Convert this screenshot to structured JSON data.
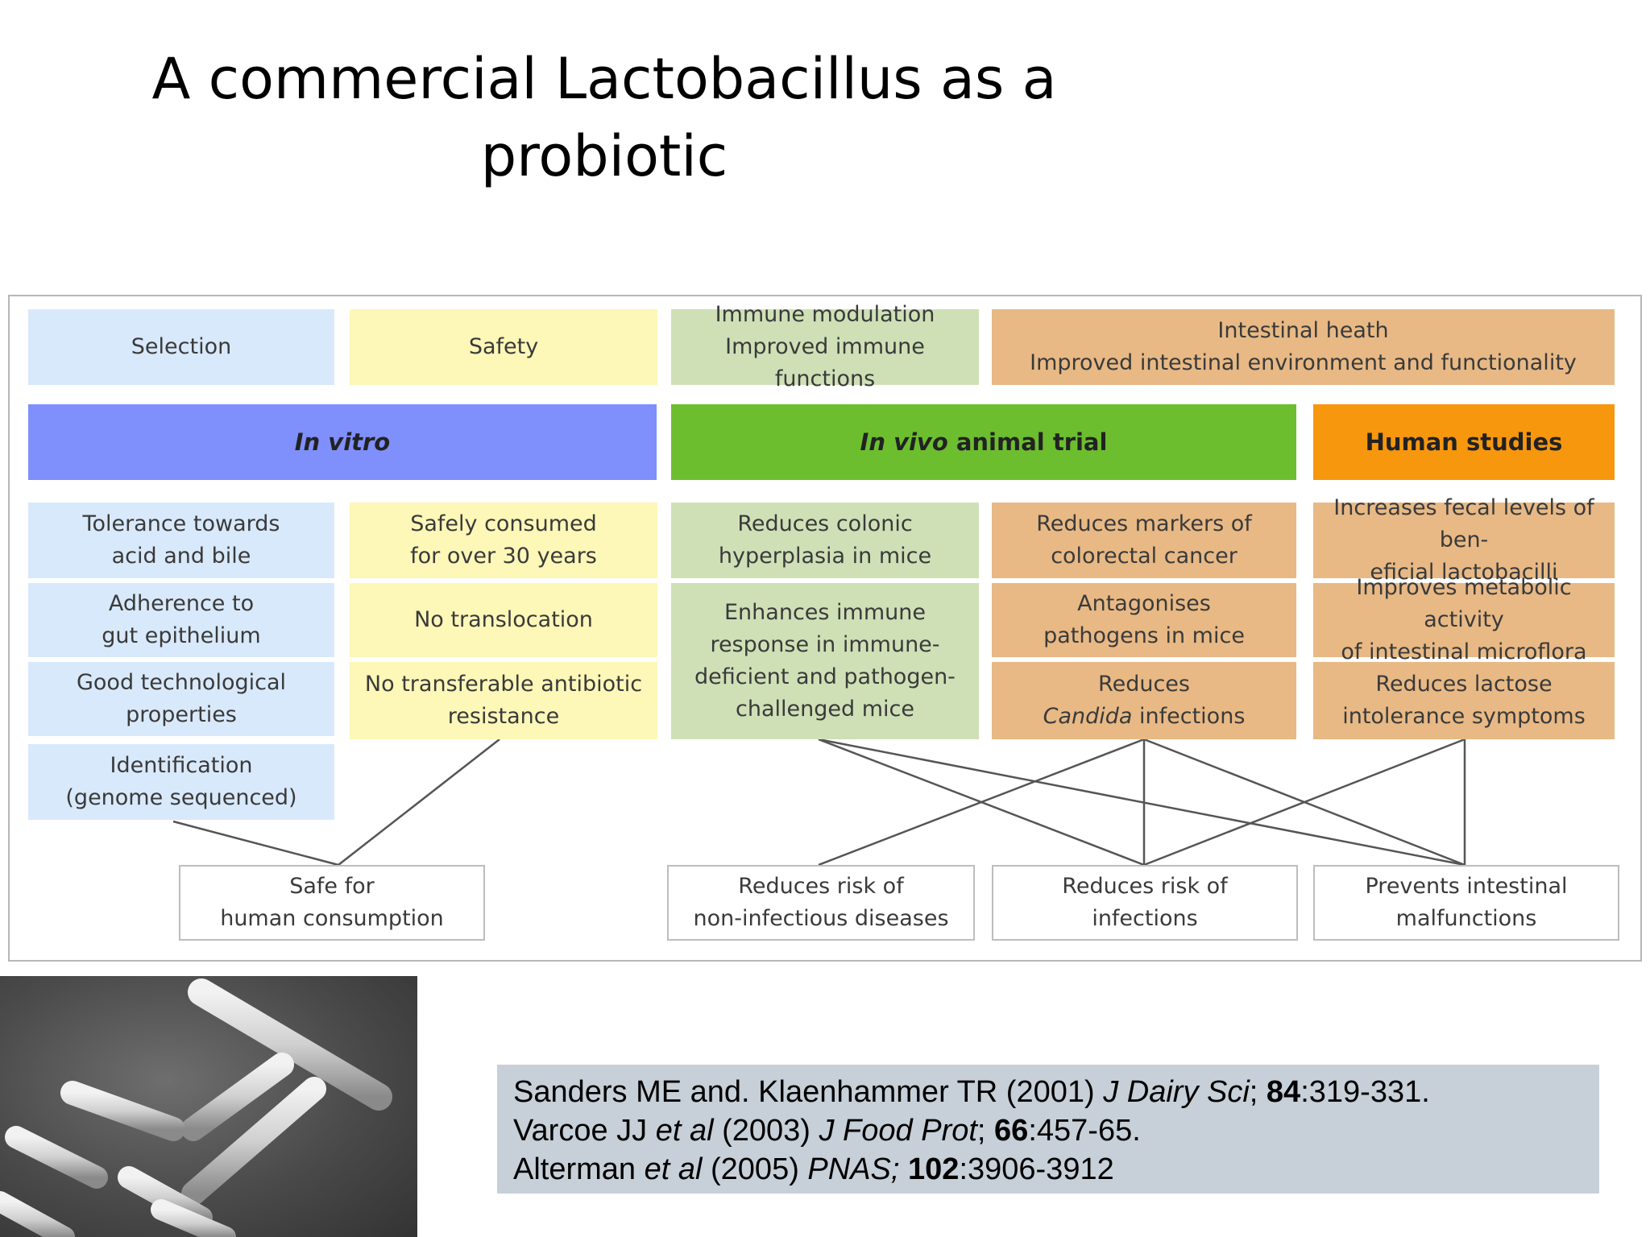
{
  "slide": {
    "title_line1": "A commercial Lactobacillus as a",
    "title_line2": "probiotic"
  },
  "diagram": {
    "headers": {
      "selection": "Selection",
      "safety": "Safety",
      "immune_line1": "Immune modulation",
      "immune_line2": "Improved immune functions",
      "intestinal_line1": "Intestinal heath",
      "intestinal_line2": "Improved intestinal environment and functionality"
    },
    "phases": {
      "in_vitro": "In vitro",
      "in_vivo_italic": "In vivo",
      "in_vivo_rest": " animal trial",
      "human": "Human studies"
    },
    "selection_items": [
      {
        "l1": "Tolerance towards",
        "l2": "acid and bile"
      },
      {
        "l1": "Adherence to",
        "l2": "gut epithelium"
      },
      {
        "l1": "Good technological",
        "l2": "properties"
      },
      {
        "l1": "Identification",
        "l2": "(genome sequenced)"
      }
    ],
    "safety_items": [
      {
        "l1": "Safely consumed",
        "l2": "for over 30 years"
      },
      {
        "l1": "No translocation",
        "l2": ""
      },
      {
        "l1": "No transferable antibiotic",
        "l2": "resistance"
      }
    ],
    "immune_items": [
      {
        "l1": "Reduces colonic",
        "l2": "hyperplasia in mice"
      },
      {
        "l1": "Enhances immune",
        "l2": "response in immune-",
        "l3": "deficient and pathogen-",
        "l4": "challenged mice"
      }
    ],
    "intestinal_items": [
      {
        "l1": "Reduces markers of",
        "l2": "colorectal cancer"
      },
      {
        "l1": "Antagonises",
        "l2": "pathogens in mice"
      },
      {
        "l1": "Reduces",
        "l2_italic": "Candida",
        "l2_rest": " infections"
      }
    ],
    "human_items": [
      {
        "l1": "Increases fecal levels of ben-",
        "l2": "eficial lactobacilli"
      },
      {
        "l1": "Improves metabolic activity",
        "l2": "of intestinal microflora"
      },
      {
        "l1": "Reduces lactose",
        "l2": "intolerance symptoms"
      }
    ],
    "outcomes": [
      {
        "l1": "Safe for",
        "l2": "human consumption"
      },
      {
        "l1": "Reduces risk of",
        "l2": "non-infectious diseases"
      },
      {
        "l1": "Reduces risk of",
        "l2": "infections"
      },
      {
        "l1": "Prevents intestinal",
        "l2": "malfunctions"
      }
    ]
  },
  "references": {
    "r1": {
      "authors": "Sanders ME and. Klaenhammer TR (2001) ",
      "journal": "J Dairy Sci",
      "sep": "; ",
      "volume": "84",
      "pages": ":319-331."
    },
    "r2": {
      "authors": "Varcoe JJ ",
      "etal": "et al",
      "year": " (2003)  ",
      "journal": "J Food Prot",
      "sep": "; ",
      "volume": "66",
      "pages": ":457-65."
    },
    "r3": {
      "authors": "Alterman ",
      "etal": "et al",
      "year": " (2005) ",
      "journal": "PNAS;",
      "sep": " ",
      "volume": "102",
      "pages": ":3906-3912"
    }
  },
  "colors": {
    "selection": "#d8e9fb",
    "safety": "#fdf7b8",
    "immune": "#cfe0b6",
    "intestinal": "#e8b985",
    "in_vitro_bar": "#7f8ffb",
    "in_vivo_bar": "#6cbe2e",
    "human_bar": "#f7970d",
    "reference_box": "#c7cfd8"
  },
  "image": {
    "icon": "lactobacillus-micrograph"
  }
}
